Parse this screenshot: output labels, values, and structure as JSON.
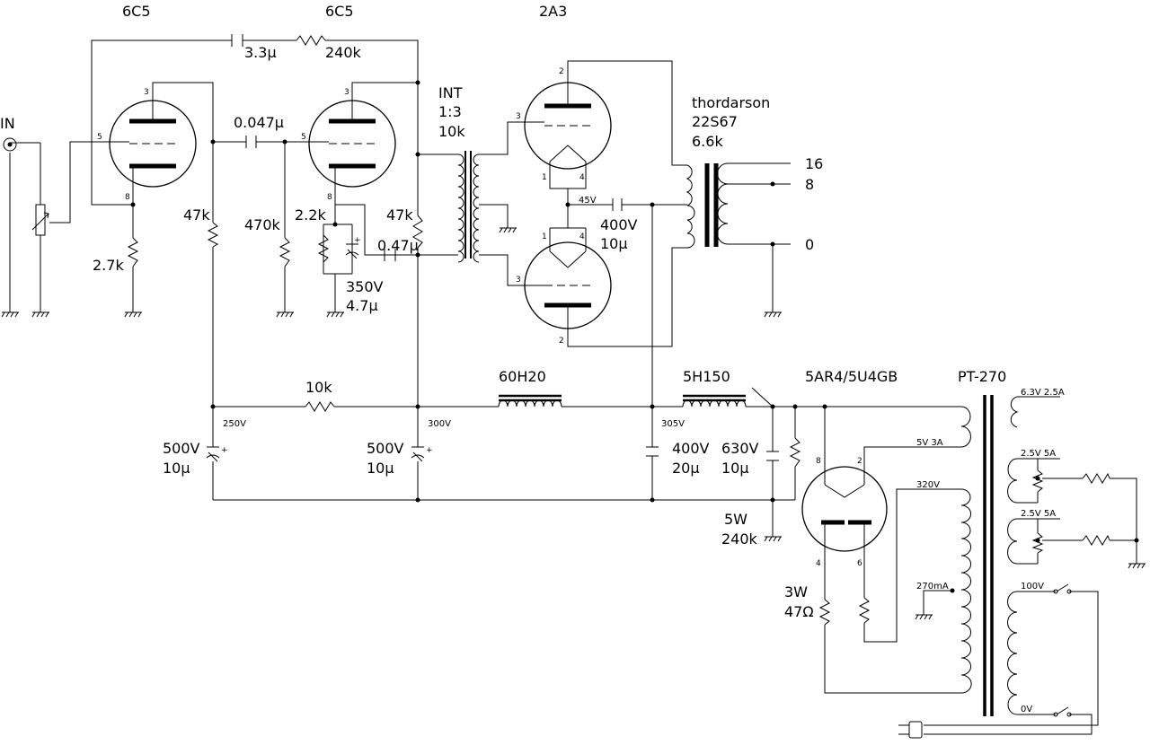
{
  "tubes": {
    "v1": "6C5",
    "v2": "6C5",
    "out": "2A3",
    "rect": "5AR4/5U4GB"
  },
  "input": {
    "label": "IN"
  },
  "feedback": {
    "cap": "3.3μ",
    "res": "240k"
  },
  "coupling": {
    "cap": "0.047μ",
    "grid_res": "470k"
  },
  "stage1": {
    "plate_res": "47k",
    "cathode_res": "2.7k"
  },
  "stage2": {
    "plate_res": "47k",
    "cathode_res": "2.2k",
    "bypass_v": "350V",
    "bypass_c": "4.7μ",
    "out_cap": "0.47μ"
  },
  "interstage": {
    "name": "INT",
    "ratio": "1:3",
    "imp": "10k"
  },
  "output_bias": {
    "volt": "45V",
    "cap_v": "400V",
    "cap_c": "10μ"
  },
  "output_tx": {
    "brand": "thordarson",
    "model": "22S67",
    "imp": "6.6k",
    "taps": [
      "16",
      "8",
      "0"
    ]
  },
  "psu": {
    "res_label": "10k",
    "choke1": "60H20",
    "choke2": "5H150",
    "n250": "250V",
    "n300": "300V",
    "n305": "305V",
    "c1_v": "500V",
    "c1_c": "10μ",
    "c2_v": "500V",
    "c2_c": "10μ",
    "c3_v": "400V",
    "c3_c": "20μ",
    "c4_v": "630V",
    "c4_c": "10μ",
    "bleed_w": "5W",
    "bleed_r": "240k",
    "rect_w": "3W",
    "rect_r": "47Ω"
  },
  "power_tx": {
    "name": "PT-270",
    "w1": "6.3V 2.5A",
    "w2": "2.5V 5A",
    "w3": "2.5V 5A",
    "w4": "5V 3A",
    "hv": "320V",
    "ct": "270mA",
    "pri100": "100V",
    "pri0": "0V"
  },
  "pins": {
    "v1_plate": "3",
    "v1_grid": "5",
    "v1_cath": "8",
    "v2_plate": "3",
    "v2_grid": "5",
    "v2_cath": "8",
    "o1_plate": "2",
    "o1_grid": "3",
    "o1_f1": "1",
    "o1_f2": "4",
    "o2_plate": "2",
    "o2_grid": "3",
    "o2_f1": "1",
    "o2_f2": "4",
    "r_a1": "8",
    "r_a2": "2",
    "r_k1": "4",
    "r_k2": "6"
  }
}
